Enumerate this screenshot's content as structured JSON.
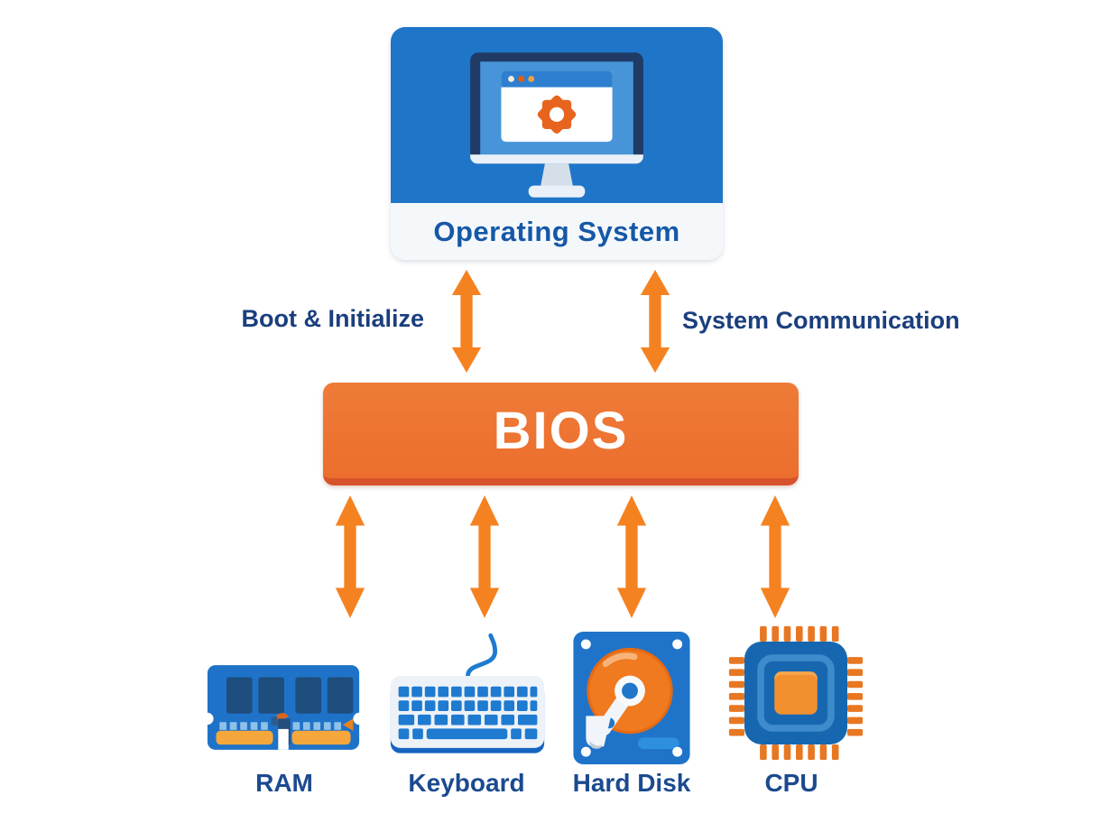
{
  "diagram": {
    "type": "bios-architecture",
    "os_node": {
      "label": "Operating System",
      "icon": "monitor-gear-icon"
    },
    "bios_node": {
      "label": "BIOS"
    },
    "connections": {
      "left_label": "Boot & Initialize",
      "right_label": "System Communication",
      "arrow_style": "double-headed-vertical"
    },
    "hardware": [
      {
        "label": "RAM",
        "icon": "ram-icon"
      },
      {
        "label": "Keyboard",
        "icon": "keyboard-icon"
      },
      {
        "label": "Hard Disk",
        "icon": "hard-disk-icon"
      },
      {
        "label": "CPU",
        "icon": "cpu-icon"
      }
    ],
    "colors": {
      "arrow_orange": "#F58220",
      "bios_orange": "#ED7031",
      "bios_shadow": "#D7532C",
      "node_blue": "#1F75C8",
      "navy_text": "#1B4A8F",
      "os_label_blue": "#1558A8",
      "label_bar_bg": "#F5F8FB",
      "gear_orange": "#E8641E",
      "amber_contacts": "#F5A73B"
    }
  }
}
